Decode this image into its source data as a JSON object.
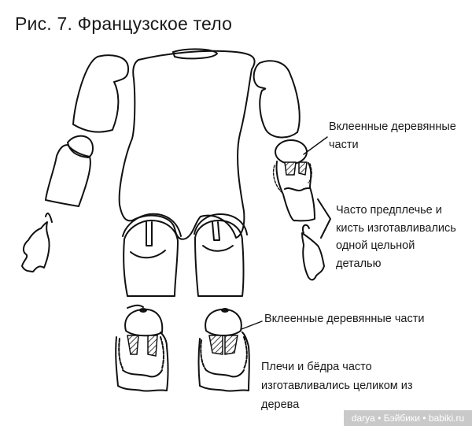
{
  "figure": {
    "title": "Рис. 7. Французское тело"
  },
  "annotations": {
    "arm_glued_wood": {
      "lines": [
        "Вклеенные деревянные",
        "части"
      ]
    },
    "forearm_hand": {
      "lines": [
        "Часто предплечье и",
        "кисть изготавливались",
        "одной цельной",
        "деталью"
      ]
    },
    "leg_glued_wood": {
      "lines": [
        "Вклеенные деревянные части"
      ]
    },
    "shoulders_thighs": {
      "lines": [
        "Плечи и бёдра часто",
        "изготавливались целиком из",
        "дерева"
      ]
    }
  },
  "watermark": {
    "text": "darya • Бэйбики • babiki.ru",
    "background": "#c9c9c9",
    "color": "#ffffff"
  },
  "parts": [
    "torso",
    "left-upper-arm",
    "right-upper-arm",
    "left-forearm",
    "right-forearm",
    "left-hand",
    "right-hand",
    "left-thigh",
    "right-thigh",
    "left-lower-leg",
    "right-lower-leg"
  ]
}
